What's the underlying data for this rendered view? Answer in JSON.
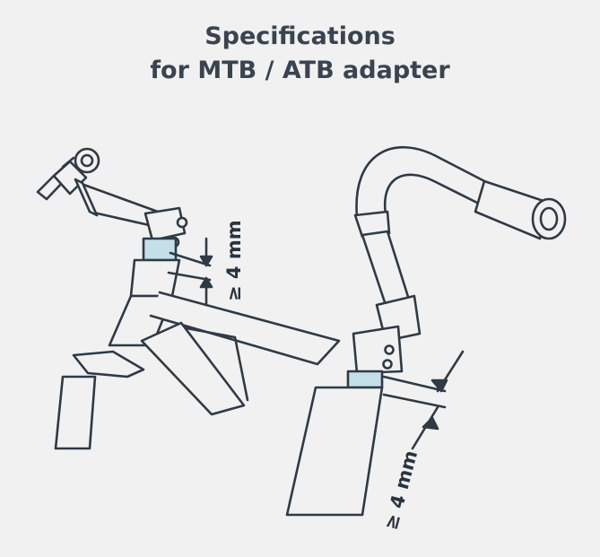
{
  "title": {
    "line1": "Specifications",
    "line2": "for MTB / ATB adapter"
  },
  "dimensions": {
    "left_label": "≥ 4 mm",
    "right_label": "≥ 4 mm"
  },
  "colors": {
    "background": "#f1f1f1",
    "outline": "#2f3a45",
    "highlight_band": "#c5dfe8",
    "title_text": "#3a4450"
  }
}
